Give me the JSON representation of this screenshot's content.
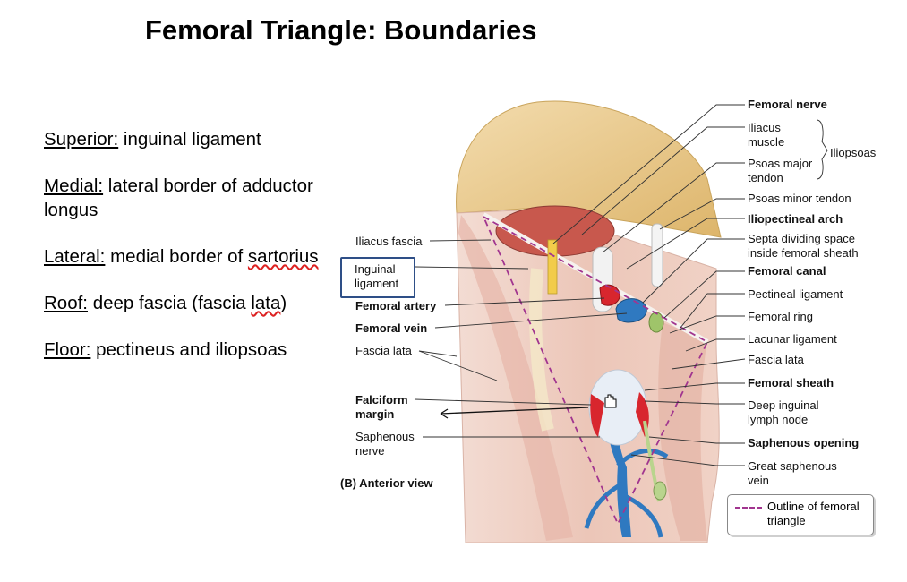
{
  "title": "Femoral Triangle: Boundaries",
  "boundaries": [
    {
      "key": "Superior:",
      "text": " inguinal ligament"
    },
    {
      "key": "Medial:",
      "text": " lateral border of adductor longus"
    },
    {
      "key": "Lateral:",
      "text": " medial border of ",
      "squiggly": "sartorius"
    },
    {
      "key": "Roof:",
      "text": " deep fascia (fascia ",
      "squiggly": "lata",
      "tail": ")"
    },
    {
      "key": "Floor:",
      "text": " pectineus and iliopsoas"
    }
  ],
  "figure": {
    "left_labels": {
      "iliacus_fascia": "Iliacus fascia",
      "inguinal_ligament": "Inguinal\nligament",
      "femoral_artery": "Femoral artery",
      "femoral_vein": "Femoral vein",
      "fascia_lata": "Fascia lata",
      "falciform_margin": "Falciform\nmargin",
      "saphenous_nerve": "Saphenous\nnerve",
      "view": "(B) Anterior view"
    },
    "right_labels": {
      "femoral_nerve": "Femoral nerve",
      "iliacus_muscle": "Iliacus\nmuscle",
      "iliopsoas": "Iliopsoas",
      "psoas_major_tendon": "Psoas major\ntendon",
      "psoas_minor_tendon": "Psoas minor tendon",
      "iliopectineal_arch": "Iliopectineal arch",
      "septa": "Septa dividing space\ninside femoral sheath",
      "femoral_canal": "Femoral canal",
      "pectineal_ligament": "Pectineal ligament",
      "femoral_ring": "Femoral ring",
      "lacunar_ligament": "Lacunar ligament",
      "fascia_lata": "Fascia lata",
      "femoral_sheath": "Femoral sheath",
      "deep_inguinal_lymph_node": "Deep inguinal\nlymph node",
      "saphenous_opening": "Saphenous opening",
      "great_saphenous_vein": "Great saphenous\nvein"
    },
    "legend": "Outline of femoral\ntriangle",
    "colors": {
      "artery": "#d8262e",
      "vein": "#2f79c0",
      "nerve": "#f2cc4a",
      "lymph": "#9fc46a",
      "muscle": "#c8584d",
      "skin": "#efd0c4",
      "bone": "#e9c883",
      "triangle_outline": "#a1358f",
      "highlight_box": "#2e4f87"
    }
  }
}
